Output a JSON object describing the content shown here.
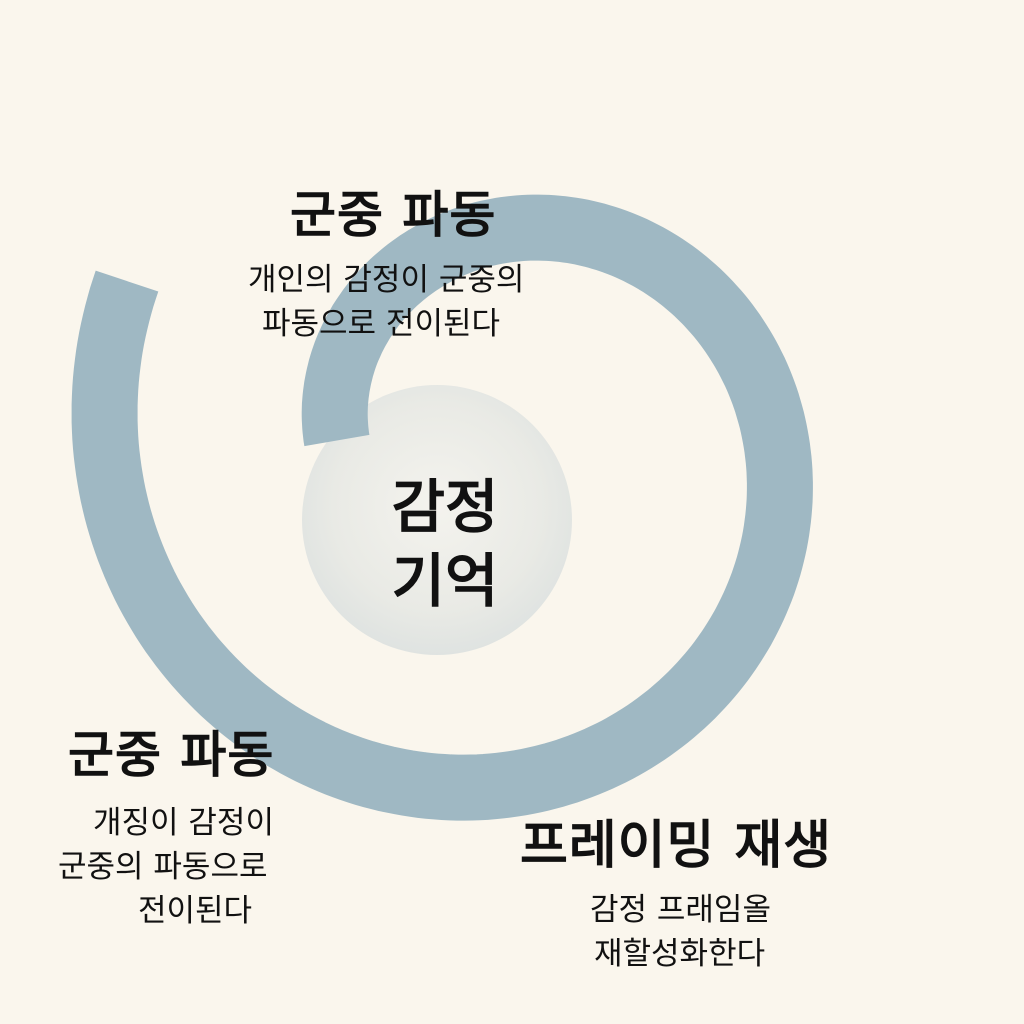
{
  "colors": {
    "background": "#faf6ed",
    "spiral": "#9fb8c3",
    "center_fill": "#ecece6",
    "text": "#111111"
  },
  "center": {
    "line1": "감정",
    "line2": "기억"
  },
  "nodes": {
    "top": {
      "title": "군중 파동",
      "desc_line1": "개인의 감정이 군중의",
      "desc_line2": "파동으로 전이된다"
    },
    "left": {
      "title": "군중 파동",
      "desc_line1": "개징이 감정이",
      "desc_line2": "군중의 파동으로",
      "desc_line3": "전이된다"
    },
    "right": {
      "title": "프레이밍 재생",
      "desc_line1": "감정 프래임올",
      "desc_line2": "재할성화한다"
    }
  }
}
